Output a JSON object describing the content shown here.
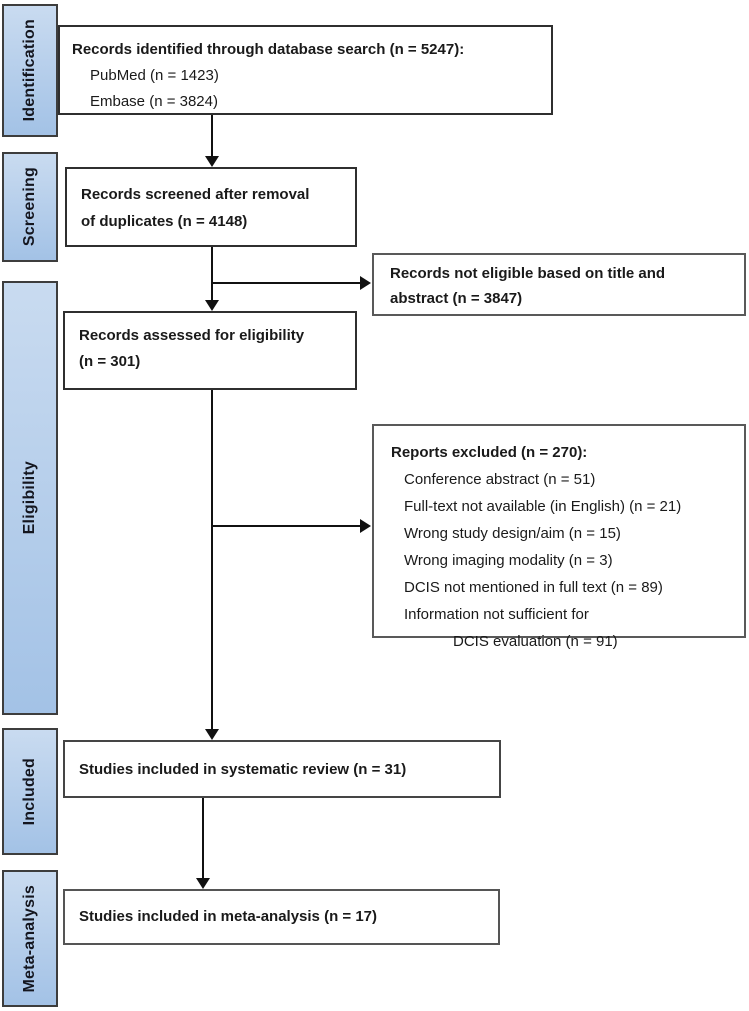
{
  "title": "PRISMA flow diagram of study selection",
  "colors": {
    "stage_fill_top": "#c9dbf0",
    "stage_fill_bottom": "#a3c2e6",
    "stage_border": "#3d3d3d",
    "box_border": "#2f2f2f",
    "side_border": "#595959",
    "arrow": "#111111"
  },
  "stages": [
    {
      "label": "Identification"
    },
    {
      "label": "Screening"
    },
    {
      "label": "Eligibility"
    },
    {
      "label": "Included"
    },
    {
      "label": "Meta-analysis"
    }
  ],
  "boxes": {
    "identified": {
      "title": "Records identified through database search (n = 5247):",
      "items": [
        "PubMed (n = 1423)",
        "Embase (n = 3824)"
      ]
    },
    "screened": {
      "lines": [
        "Records screened after removal",
        "of duplicates (n = 4148)"
      ]
    },
    "not_eligible": {
      "lines": [
        "Records not eligible based on title and",
        "abstract (n = 3847)"
      ]
    },
    "assessed": {
      "lines": [
        "Records assessed for eligibility",
        "(n = 301)"
      ]
    },
    "excluded": {
      "title": "Reports excluded (n = 270):",
      "items": [
        "Conference abstract (n = 51)",
        "Full-text not available (in English) (n = 21)",
        "Wrong study design/aim (n = 15)",
        "Wrong imaging modality (n = 3)",
        "DCIS not mentioned in full text (n = 89)",
        "Information not sufficient for"
      ],
      "continuation": "DCIS evaluation (n = 91)"
    },
    "systematic_review": {
      "text": "Studies included in systematic review (n = 31)"
    },
    "meta_analysis": {
      "text": "Studies included in meta-analysis (n = 17)"
    }
  }
}
